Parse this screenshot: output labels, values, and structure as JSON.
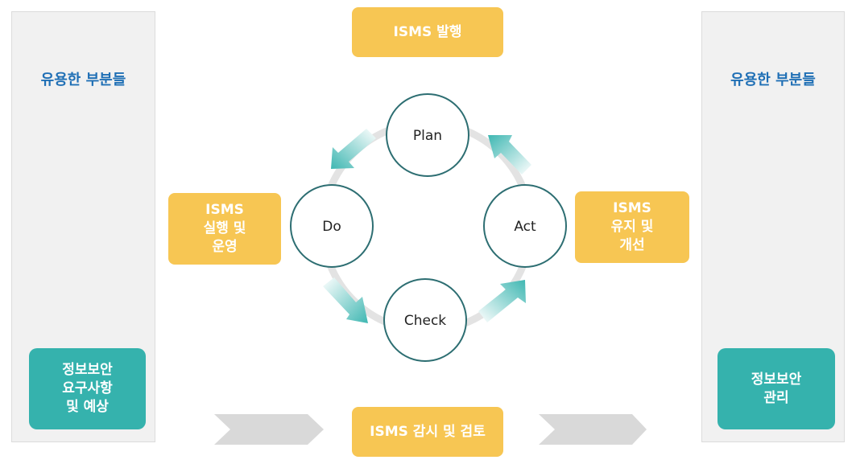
{
  "left_panel": {
    "title": "유용한 부분들",
    "box_text": "정보보안\n요구사항\n및 예상"
  },
  "right_panel": {
    "title": "유용한 부분들",
    "box_text": "정보보안\n관리"
  },
  "top_box": "ISMS 발행",
  "bottom_box": "ISMS 감시 및 검토",
  "left_mid_box": "ISMS\n실행 및\n운영",
  "right_mid_box": "ISMS\n유지 및\n개선",
  "cycle": {
    "plan": "Plan",
    "do": "Do",
    "check": "Check",
    "act": "Act"
  },
  "colors": {
    "yellow": "#f7c653",
    "teal": "#35b2ad",
    "title_blue": "#1f6fb5",
    "ring_gray": "#e3e3e3",
    "circle_stroke": "#2d6e72",
    "chevron_gray": "#d9d9d9"
  }
}
